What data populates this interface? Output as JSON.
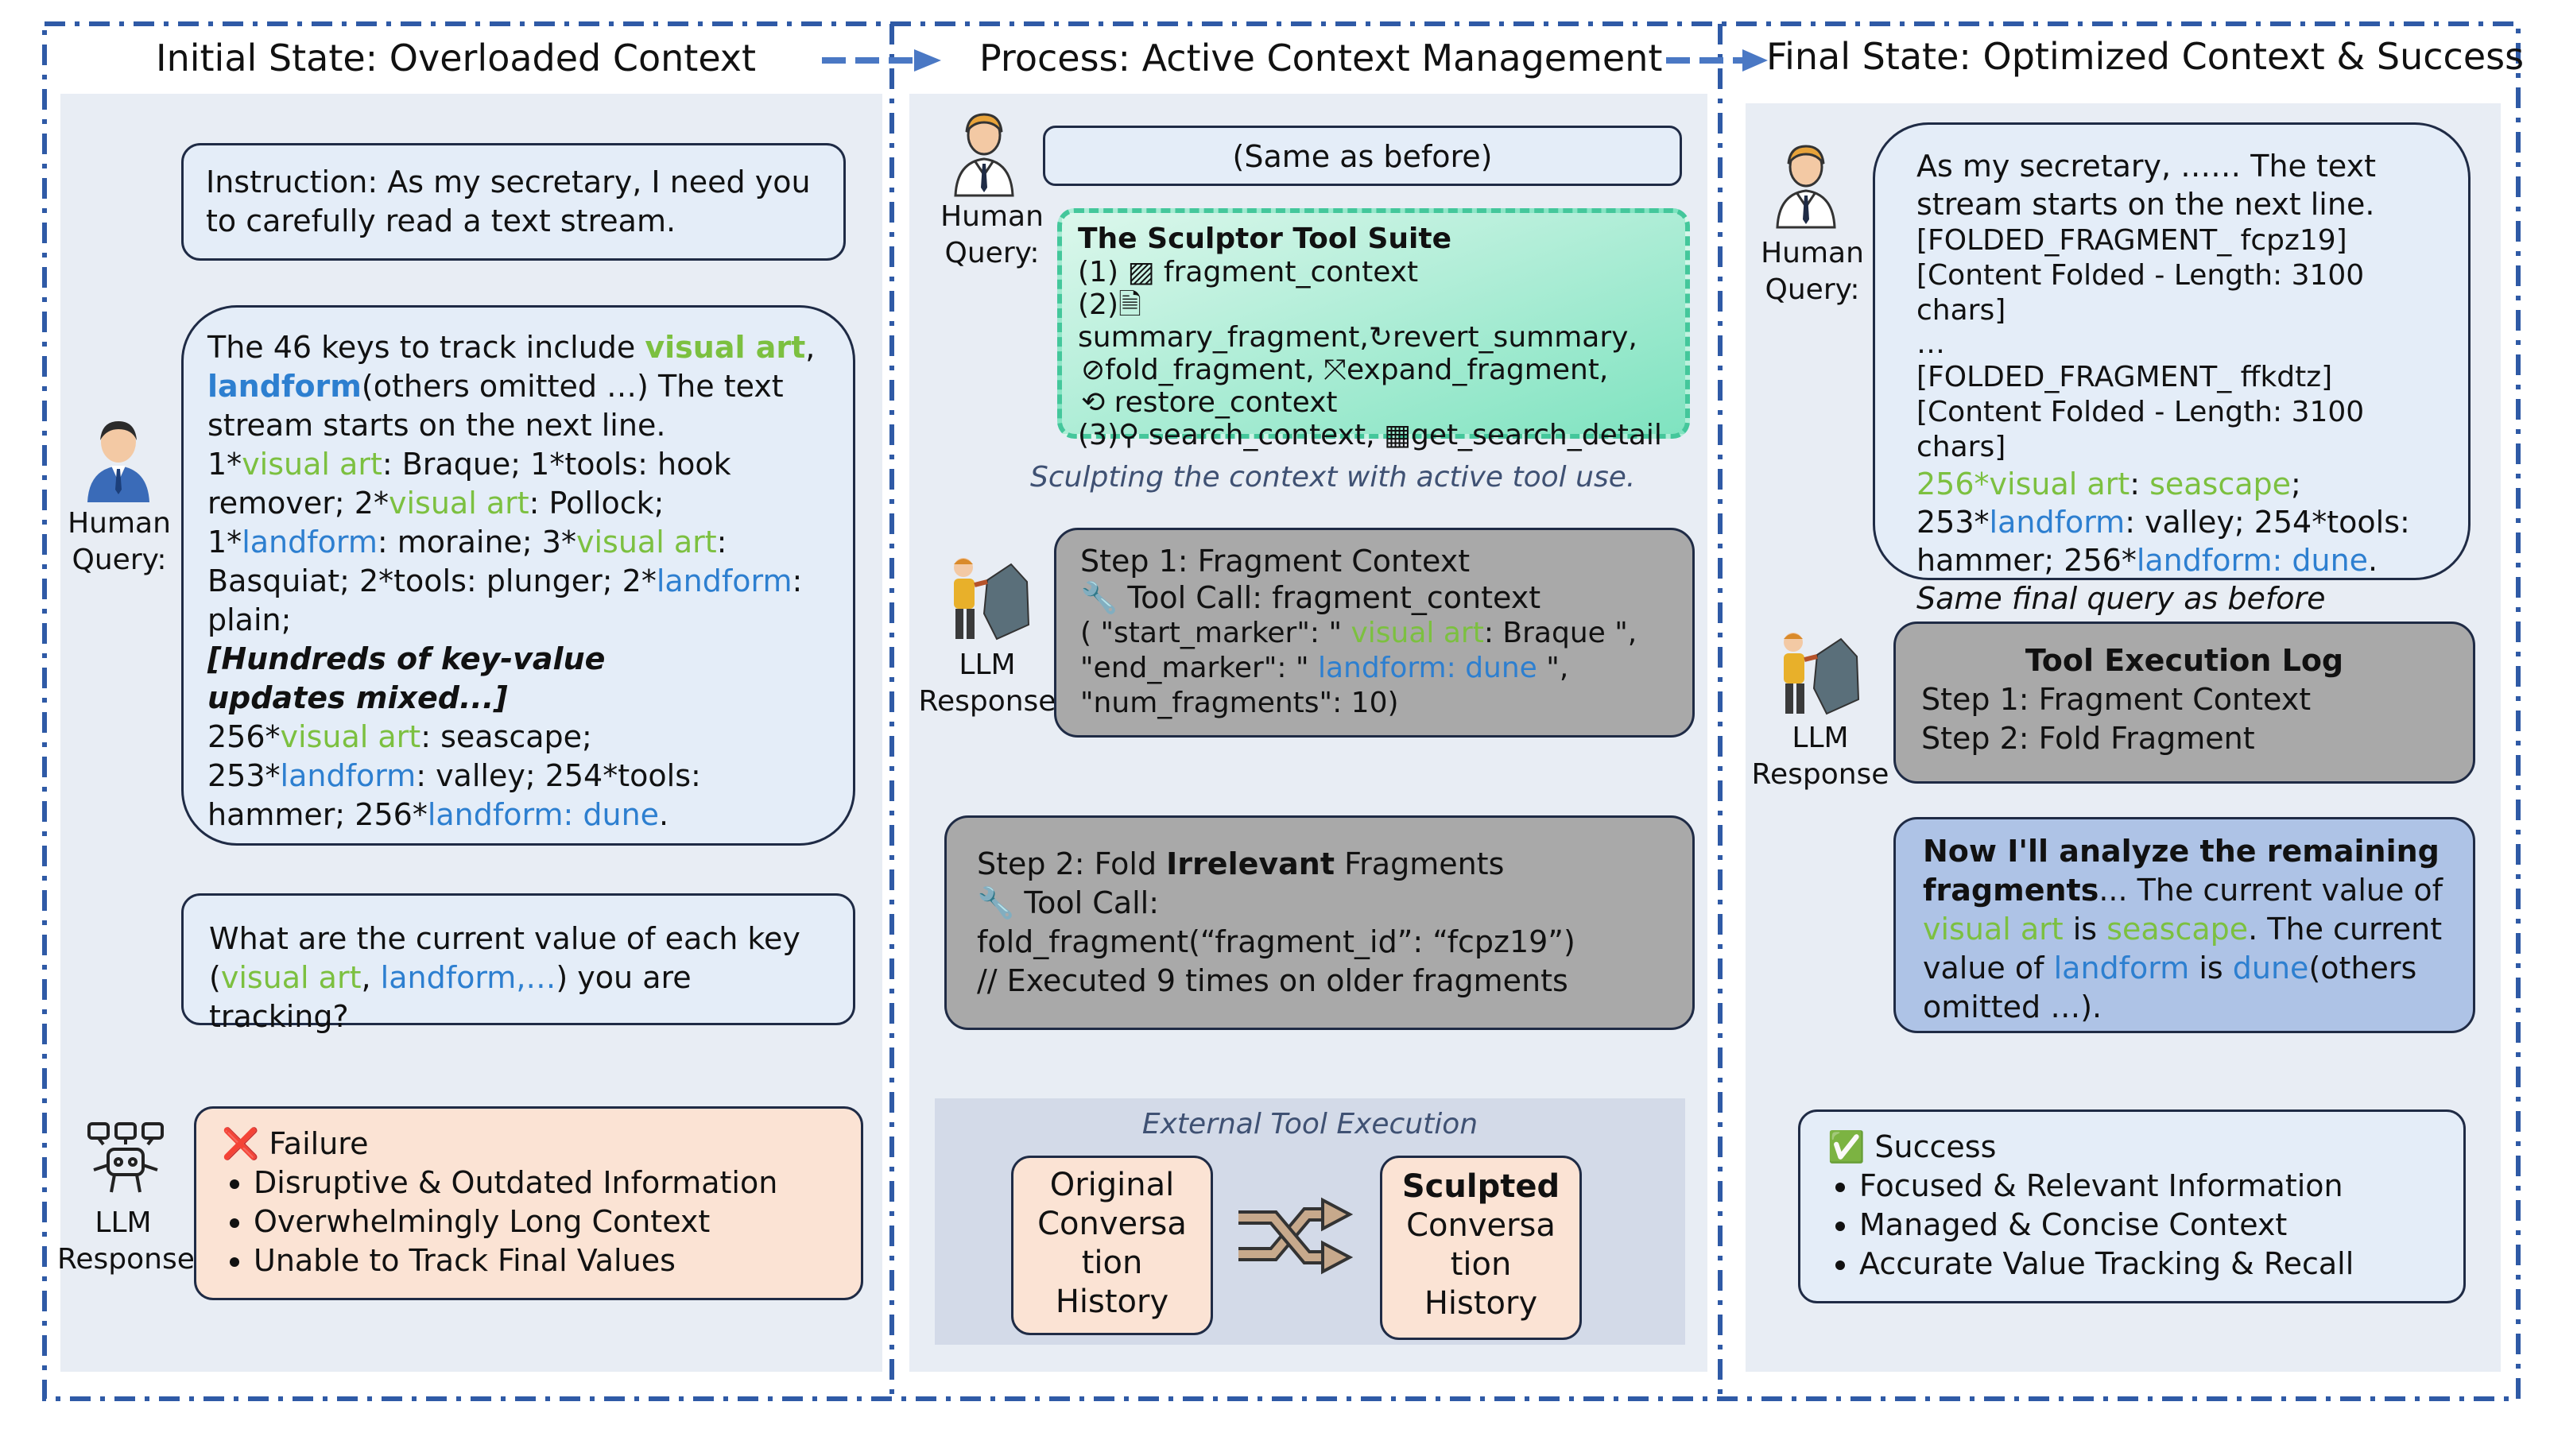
{
  "titles": {
    "left": "Initial State: Overloaded Context",
    "middle": "Process: Active Context Management",
    "right": "Final State: Optimized Context & Success"
  },
  "left": {
    "instruction": "Instruction: As my secretary, I need you to carefully read a text stream.",
    "human_label_1": "Human",
    "human_label_2": "Query:",
    "stream": {
      "p1": "The 46 keys to track include ",
      "k1": "visual art",
      "p2": ", ",
      "k2": "landform",
      "p3": "(others omitted …) The text stream starts on the next line.",
      "l1a": "1*",
      "l1b": "visual art",
      "l1c": ": Braque; 1*tools: hook remover; 2*",
      "l1d": "visual art",
      "l1e": ": Pollock;",
      "l2a": "1*",
      "l2b": "landform",
      "l2c": ": moraine; 3*",
      "l2d": "visual art",
      "l2e": ":",
      "l3a": "Basquiat; 2*tools: plunger; 2*",
      "l3b": "landform",
      "l3c": ":",
      "l4": "plain;",
      "hundreds": "[Hundreds of key-value updates mixed...]",
      "l5a": " 256*",
      "l5b": "visual art",
      "l5c": ": seascape;",
      "l6a": "253*",
      "l6b": "landform",
      "l6c": ": valley; 254*tools:",
      "l7a": "hammer; 256*",
      "l7b": "landform: dune",
      "l7c": "."
    },
    "question": {
      "p1": "What are the current value of each key (",
      "k1": "visual art",
      "p2": ", ",
      "k2": "landform,…",
      "p3": ") you are tracking?"
    },
    "llm_label_1": "LLM",
    "llm_label_2": "Response",
    "failure": {
      "mark": "❌",
      "title": "Failure",
      "items": [
        "Disruptive & Outdated Information",
        "Overwhelmingly Long Context",
        "Unable to Track Final Values"
      ]
    }
  },
  "middle": {
    "same": "(Same as before)",
    "human_label_1": "Human",
    "human_label_2": "Query:",
    "suite": {
      "title": "The Sculptor Tool Suite",
      "r1n": "(1)",
      "r1a": "fragment_context",
      "r2n": "(2)",
      "r2a": "summary_fragment,",
      "r2b": "revert_summary,",
      "r3a": "fold_fragment,",
      "r3b": "expand_fragment,",
      "r4a": "restore_context",
      "r5n": "(3)",
      "r5a": "search_context,",
      "r5b": "get_search_detail"
    },
    "caption": "Sculpting the context with active tool use.",
    "llm_label_1": "LLM",
    "llm_label_2": "Response",
    "step1": {
      "title": "Step 1: Fragment Context",
      "call": " Tool Call: fragment_context",
      "a1": "( \"start_marker\": \" ",
      "a1k": "visual art",
      "a1c": ": Braque \",",
      "a2": "\"end_marker\": \" ",
      "a2k": "landform: dune",
      "a2c": " \",",
      "a3": "\"num_fragments\": 10)"
    },
    "step2": {
      "t1": "Step 2: Fold ",
      "t2": "Irrelevant",
      "t3": " Fragments",
      "call": " Tool Call:",
      "fn": "fold_fragment(“fragment_id”: “fcpz19”)",
      "note": "// Executed 9 times on older fragments"
    },
    "external": {
      "title": "External Tool Execution",
      "orig": [
        "Original",
        "Conversa",
        "tion",
        "History"
      ],
      "sculpted_bold": "Sculpted",
      "sculpted": [
        "Conversa",
        "tion",
        "History"
      ]
    }
  },
  "right": {
    "human_label_1": "Human",
    "human_label_2": "Query:",
    "query": {
      "l1": "As my secretary, …… The text stream starts on the next line.",
      "l2": "[FOLDED_FRAGMENT_ fcpz19]",
      "l3": "[Content Folded - Length: 3100 chars]",
      "l4": " …",
      "l5": "[FOLDED_FRAGMENT_ ffkdtz]",
      "l6": "[Content Folded - Length: 3100 chars]",
      "l7a": "256*visual art",
      "l7b": ": ",
      "l7c": "seascape",
      "l7d": ";",
      "l8a": "253*",
      "l8b": "landform",
      "l8c": ": valley; 254*tools:",
      "l9a": "hammer; 256*",
      "l9b": "landform: dune",
      "l9c": ".",
      "l10": "Same final query as before"
    },
    "llm_label_1": "LLM",
    "llm_label_2": "Response",
    "log": {
      "title": "Tool Execution Log",
      "s1": "Step 1: Fragment Context",
      "s2": "Step 2: Fold Fragment"
    },
    "answer": {
      "b": "Now I'll analyze the remaining fragments",
      "p1": "... The current value of ",
      "k1": "visual art",
      "p2": " is ",
      "v1": "seascape",
      "p3": ". The current value of ",
      "k2": "landform",
      "p4": " is ",
      "v2": "dune",
      "p5": "(others omitted …)."
    },
    "success": {
      "mark": "✅",
      "title": "Success",
      "items": [
        "Focused & Relevant Information",
        "Managed & Concise Context",
        "Accurate Value Tracking & Recall"
      ]
    }
  },
  "colors": {
    "key_green": "#7cc040",
    "key_blue": "#2d7fd0",
    "border_blue": "#2f5aa6",
    "suite_green": "#5fd6ad"
  }
}
